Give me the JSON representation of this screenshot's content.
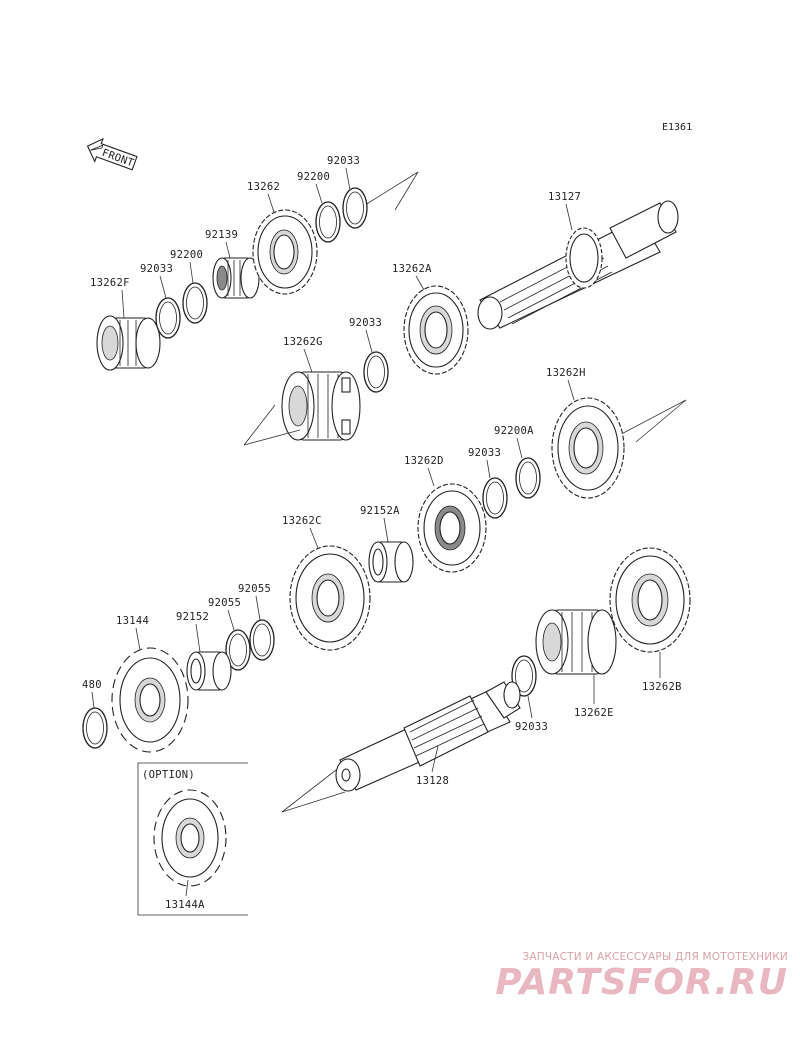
{
  "diagram_code": "E1361",
  "front_label": "FRONT",
  "option_label": "(OPTION)",
  "parts": [
    {
      "id": "p13262F",
      "label": "13262F"
    },
    {
      "id": "p92033a",
      "label": "92033"
    },
    {
      "id": "p92200a",
      "label": "92200"
    },
    {
      "id": "p92139",
      "label": "92139"
    },
    {
      "id": "p13262",
      "label": "13262"
    },
    {
      "id": "p92200b",
      "label": "92200"
    },
    {
      "id": "p92033b",
      "label": "92033"
    },
    {
      "id": "p13127",
      "label": "13127"
    },
    {
      "id": "p13262A",
      "label": "13262A"
    },
    {
      "id": "p92033c",
      "label": "92033"
    },
    {
      "id": "p13262G",
      "label": "13262G"
    },
    {
      "id": "p13262H",
      "label": "13262H"
    },
    {
      "id": "p92200A",
      "label": "92200A"
    },
    {
      "id": "p92033d",
      "label": "92033"
    },
    {
      "id": "p13262D",
      "label": "13262D"
    },
    {
      "id": "p92152A",
      "label": "92152A"
    },
    {
      "id": "p13262C",
      "label": "13262C"
    },
    {
      "id": "p92055a",
      "label": "92055"
    },
    {
      "id": "p92055b",
      "label": "92055"
    },
    {
      "id": "p92152",
      "label": "92152"
    },
    {
      "id": "p13144",
      "label": "13144"
    },
    {
      "id": "p480",
      "label": "480"
    },
    {
      "id": "p13262B",
      "label": "13262B"
    },
    {
      "id": "p13262E",
      "label": "13262E"
    },
    {
      "id": "p92033e",
      "label": "92033"
    },
    {
      "id": "p13128",
      "label": "13128"
    },
    {
      "id": "p13144A",
      "label": "13144A"
    }
  ],
  "watermark": {
    "tagline": "ЗАПЧАСТИ И АКСЕССУАРЫ ДЛЯ МОТОТЕХНИКИ",
    "brand": "PARTSFOR.RU"
  }
}
